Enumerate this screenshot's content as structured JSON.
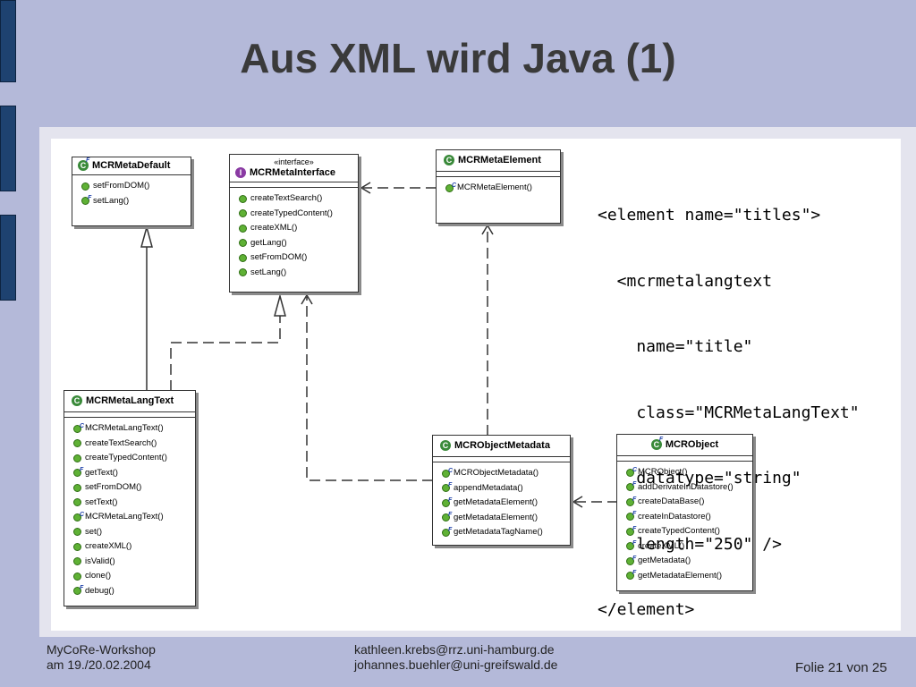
{
  "title": "Aus XML wird Java (1)",
  "colors": {
    "background": "#b4b9d9",
    "left_tab": "#1e4270",
    "method_dot": "#5fb135",
    "class_icon": "#3a8a3a",
    "interface_icon": "#8a3aa3"
  },
  "icons": {
    "class": "C",
    "interface": "I",
    "modifier": "F"
  },
  "classes": {
    "meta_default": {
      "name": "MCRMetaDefault",
      "methods": [
        "setFromDOM()",
        "setLang()"
      ]
    },
    "meta_interface": {
      "stereotype": "«interface»",
      "name": "MCRMetaInterface",
      "methods": [
        "createTextSearch()",
        "createTypedContent()",
        "createXML()",
        "getLang()",
        "setFromDOM()",
        "setLang()"
      ]
    },
    "meta_element": {
      "name": "MCRMetaElement",
      "methods": [
        "MCRMetaElement()"
      ]
    },
    "meta_langtext": {
      "name": "MCRMetaLangText",
      "methods": [
        "MCRMetaLangText()",
        "createTextSearch()",
        "createTypedContent()",
        "getText()",
        "setFromDOM()",
        "setText()",
        "MCRMetaLangText()",
        "set()",
        "createXML()",
        "isValid()",
        "clone()",
        "debug()"
      ]
    },
    "object_metadata": {
      "name": "MCRObjectMetadata",
      "methods": [
        "MCRObjectMetadata()",
        "appendMetadata()",
        "getMetadataElement()",
        "getMetadataElement()",
        "getMetadataTagName()"
      ]
    },
    "object": {
      "name": "MCRObject",
      "methods": [
        "MCRObject()",
        "addDerivateInDatastore()",
        "createDataBase()",
        "createInDatastore()",
        "createTypedContent()",
        "createXML()",
        "getMetadata()",
        "getMetadataElement()"
      ]
    }
  },
  "code_lines": [
    "<element name=\"titles\">",
    "  <mcrmetalangtext",
    "    name=\"title\"",
    "    class=\"MCRMetaLangText\"",
    "    datatype=\"string\"",
    "    length=\"250\" />",
    "</element>"
  ],
  "footer": {
    "left_line1": "MyCoRe-Workshop",
    "left_line2": "am 19./20.02.2004",
    "email1": "kathleen.krebs@rrz.uni-hamburg.de",
    "email2": "johannes.buehler@uni-greifswald.de",
    "slide_number": "Folie 21 von 25"
  }
}
